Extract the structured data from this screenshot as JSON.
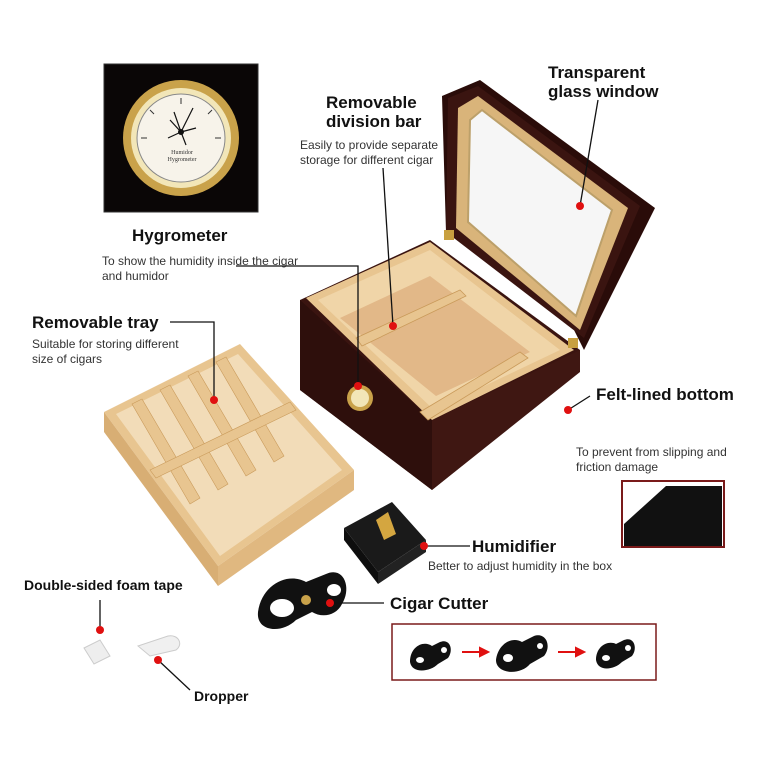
{
  "labels": {
    "glass_window": "Transparent glass window",
    "division_bar_title": "Removable division bar",
    "division_bar_desc": "Easily to provide separate storage for different cigar",
    "hygrometer_title": "Hygrometer",
    "hygrometer_desc": "To show the humidity inside the cigar and humidor",
    "tray_title": "Removable tray",
    "tray_desc": "Suitable for storing different size of cigars",
    "felt_title": "Felt-lined bottom",
    "felt_desc": "To prevent from slipping and friction damage",
    "humidifier_title": "Humidifier",
    "humidifier_desc": "Better to adjust humidity in the box",
    "foam_tape_title": "Double-sided foam tape",
    "cutter_title": "Cigar Cutter",
    "dropper_title": "Dropper"
  },
  "hygrometer_face": {
    "brand": "Humidor",
    "name": "Hygrometer"
  },
  "colors": {
    "box_wood": "#3a1410",
    "interior_wood": "#e8c590",
    "pointer_dot": "#e01010",
    "frame_border": "#7a1a1a"
  }
}
